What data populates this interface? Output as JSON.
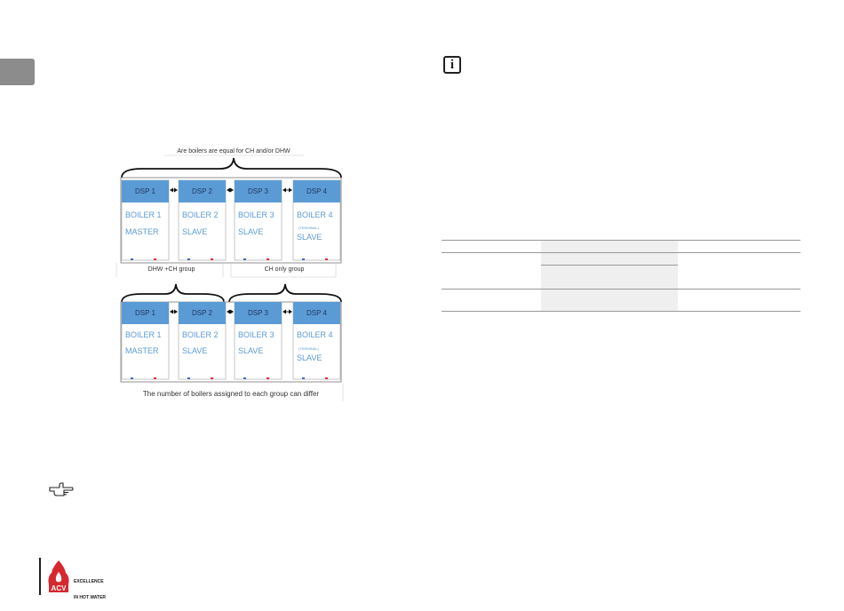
{
  "diagram_top": {
    "caption": "Are boilers are equal for CH and/or  DHW",
    "boilers": [
      {
        "dsp": "DSP 1",
        "name": "BOILER 1",
        "role": "MASTER",
        "note": ""
      },
      {
        "dsp": "DSP 2",
        "name": "BOILER 2",
        "role": "SLAVE",
        "note": ""
      },
      {
        "dsp": "DSP 3",
        "name": "BOILER 3",
        "role": "SLAVE",
        "note": ""
      },
      {
        "dsp": "DSP 4",
        "name": "BOILER 4",
        "role": "SLAVE",
        "note": "(TERMINAL)"
      }
    ],
    "group_left": "DHW +CH  group",
    "group_right": "CH only group"
  },
  "diagram_bottom": {
    "boilers": [
      {
        "dsp": "DSP 1",
        "name": "BOILER 1",
        "role": "MASTER",
        "note": ""
      },
      {
        "dsp": "DSP 2",
        "name": "BOILER 2",
        "role": "SLAVE",
        "note": ""
      },
      {
        "dsp": "DSP 3",
        "name": "BOILER 3",
        "role": "SLAVE",
        "note": ""
      },
      {
        "dsp": "DSP 4",
        "name": "BOILER 4",
        "role": "SLAVE",
        "note": "(TERMINAL)"
      }
    ],
    "caption": "The number of boilers  assigned to each group can differ"
  },
  "info_icon": "info-icon",
  "hand_icon": "pointing-hand-icon",
  "logo": {
    "brand": "ACV",
    "tagline_line1": "EXCELLENCE",
    "tagline_line2": "IN HOT WATER"
  },
  "colors": {
    "dsp_header": "#5b9bd5",
    "boiler_text": "#5b9bd5",
    "side_tab": "#8c8c8c",
    "logo_red": "#d7282f"
  }
}
